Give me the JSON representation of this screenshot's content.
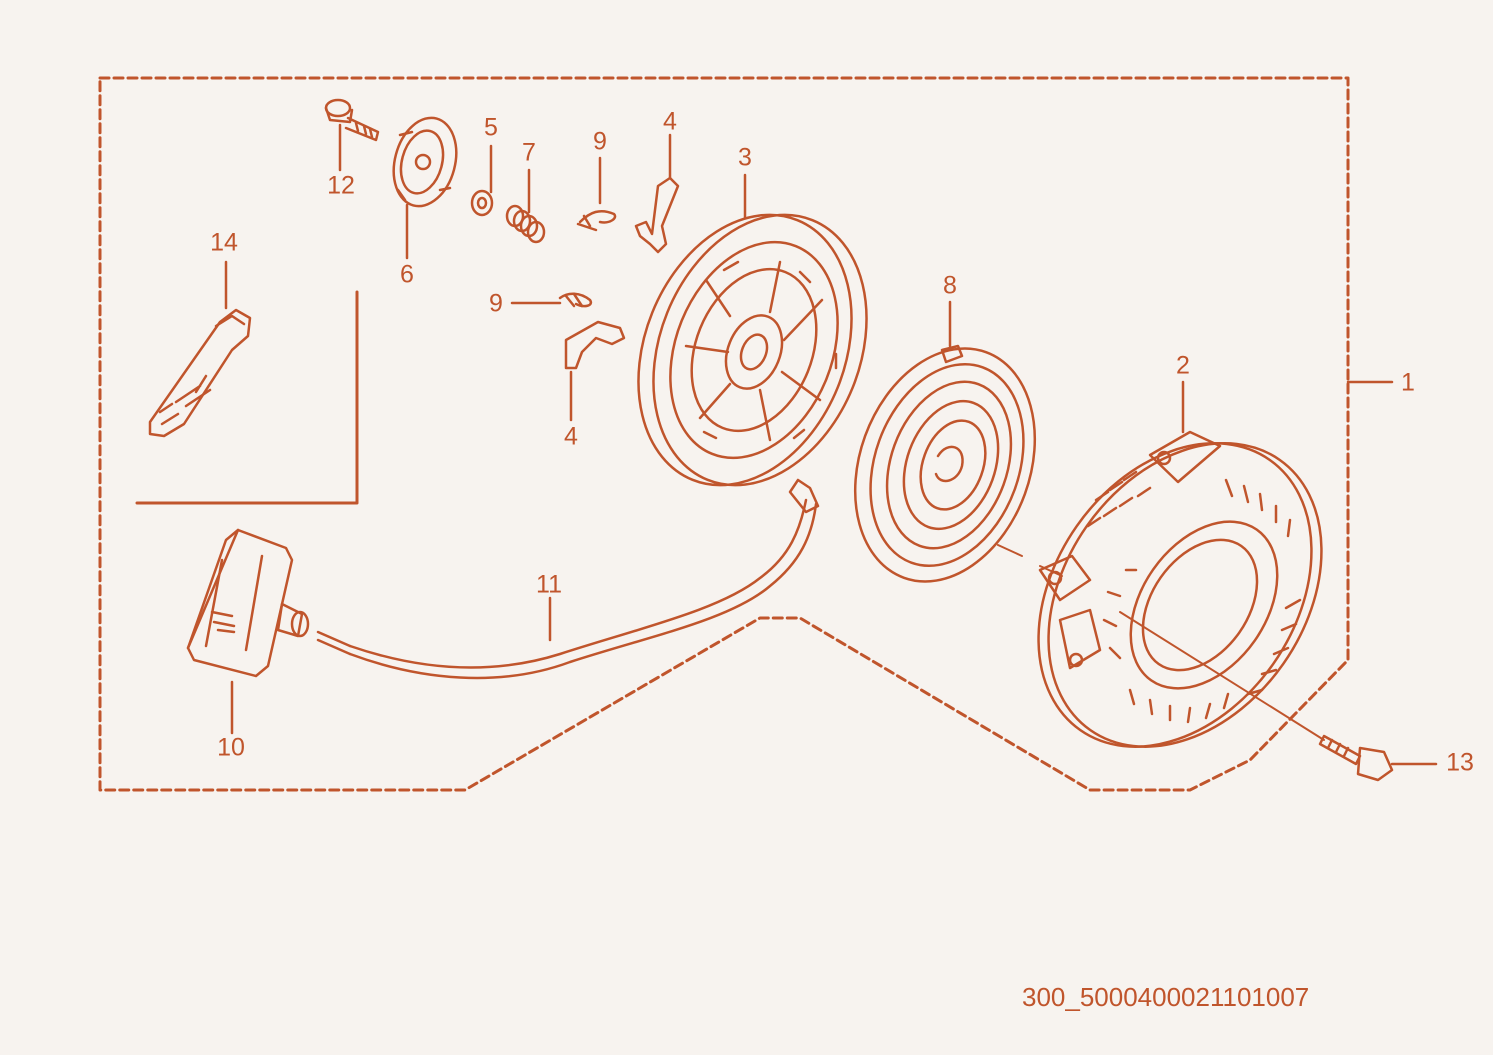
{
  "diagram": {
    "accent_color": "#c0552c",
    "background_color": "#f7f3ef",
    "parts": [
      {
        "id": "part-1",
        "label": "1"
      },
      {
        "id": "part-2",
        "label": "2"
      },
      {
        "id": "part-3",
        "label": "3"
      },
      {
        "id": "part-4a",
        "label": "4"
      },
      {
        "id": "part-4b",
        "label": "4"
      },
      {
        "id": "part-5",
        "label": "5"
      },
      {
        "id": "part-6",
        "label": "6"
      },
      {
        "id": "part-7",
        "label": "7"
      },
      {
        "id": "part-8",
        "label": "8"
      },
      {
        "id": "part-9a",
        "label": "9"
      },
      {
        "id": "part-9b",
        "label": "9"
      },
      {
        "id": "part-10",
        "label": "10"
      },
      {
        "id": "part-11",
        "label": "11"
      },
      {
        "id": "part-12",
        "label": "12"
      },
      {
        "id": "part-13",
        "label": "13"
      },
      {
        "id": "part-14",
        "label": "14"
      }
    ],
    "drawing_code": "300_5000400021101007"
  }
}
